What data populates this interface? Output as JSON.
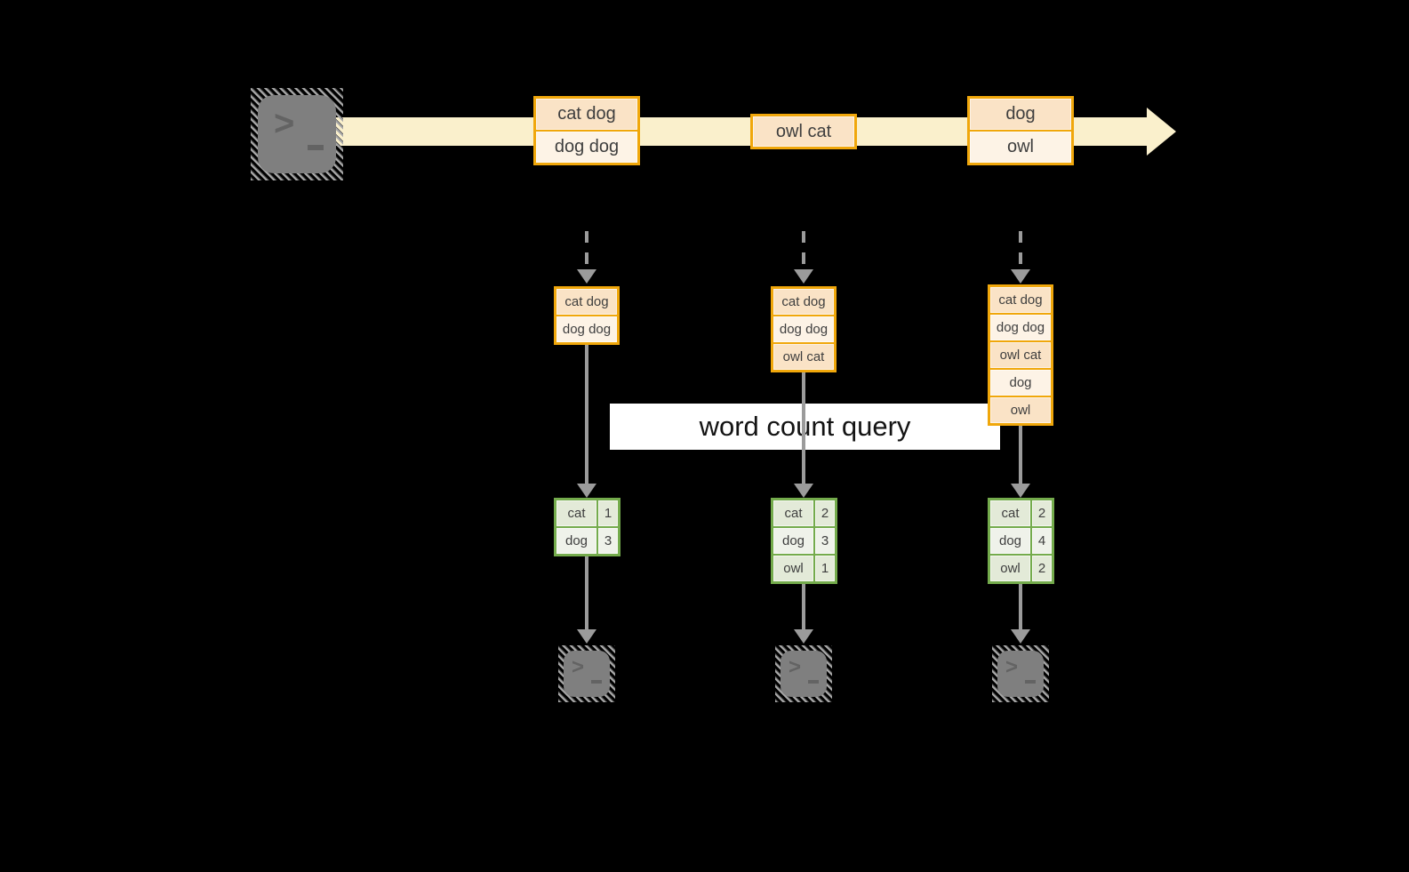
{
  "title": "streaming word count diagram",
  "colors": {
    "background": "#000000",
    "stream_band": "#faf0cc",
    "orange_border": "#f0a70b",
    "peach_fill": "#fae3c6",
    "cream_fill": "#fdf3e6",
    "green_border": "#74ab4c",
    "green_cell_dark": "#e3ead8",
    "green_cell_light": "#eff2ea",
    "arrow_gray": "#9b9b9b",
    "terminal_gray": "#7f7f7f",
    "text": "#3e3e3e"
  },
  "icons": {
    "prompt": ">"
  },
  "query_label": "word count query",
  "stream": {
    "event_groups": [
      {
        "lines": [
          "cat dog",
          "dog dog"
        ]
      },
      {
        "lines": [
          "owl cat"
        ]
      },
      {
        "lines": [
          "dog",
          "owl"
        ]
      }
    ]
  },
  "columns": [
    {
      "buffer": [
        "cat dog",
        "dog dog"
      ],
      "counts": [
        [
          "cat",
          "1"
        ],
        [
          "dog",
          "3"
        ]
      ]
    },
    {
      "buffer": [
        "cat dog",
        "dog dog",
        "owl cat"
      ],
      "counts": [
        [
          "cat",
          "2"
        ],
        [
          "dog",
          "3"
        ],
        [
          "owl",
          "1"
        ]
      ]
    },
    {
      "buffer": [
        "cat dog",
        "dog dog",
        "owl cat",
        "dog",
        "owl"
      ],
      "counts": [
        [
          "cat",
          "2"
        ],
        [
          "dog",
          "4"
        ],
        [
          "owl",
          "2"
        ]
      ]
    }
  ]
}
